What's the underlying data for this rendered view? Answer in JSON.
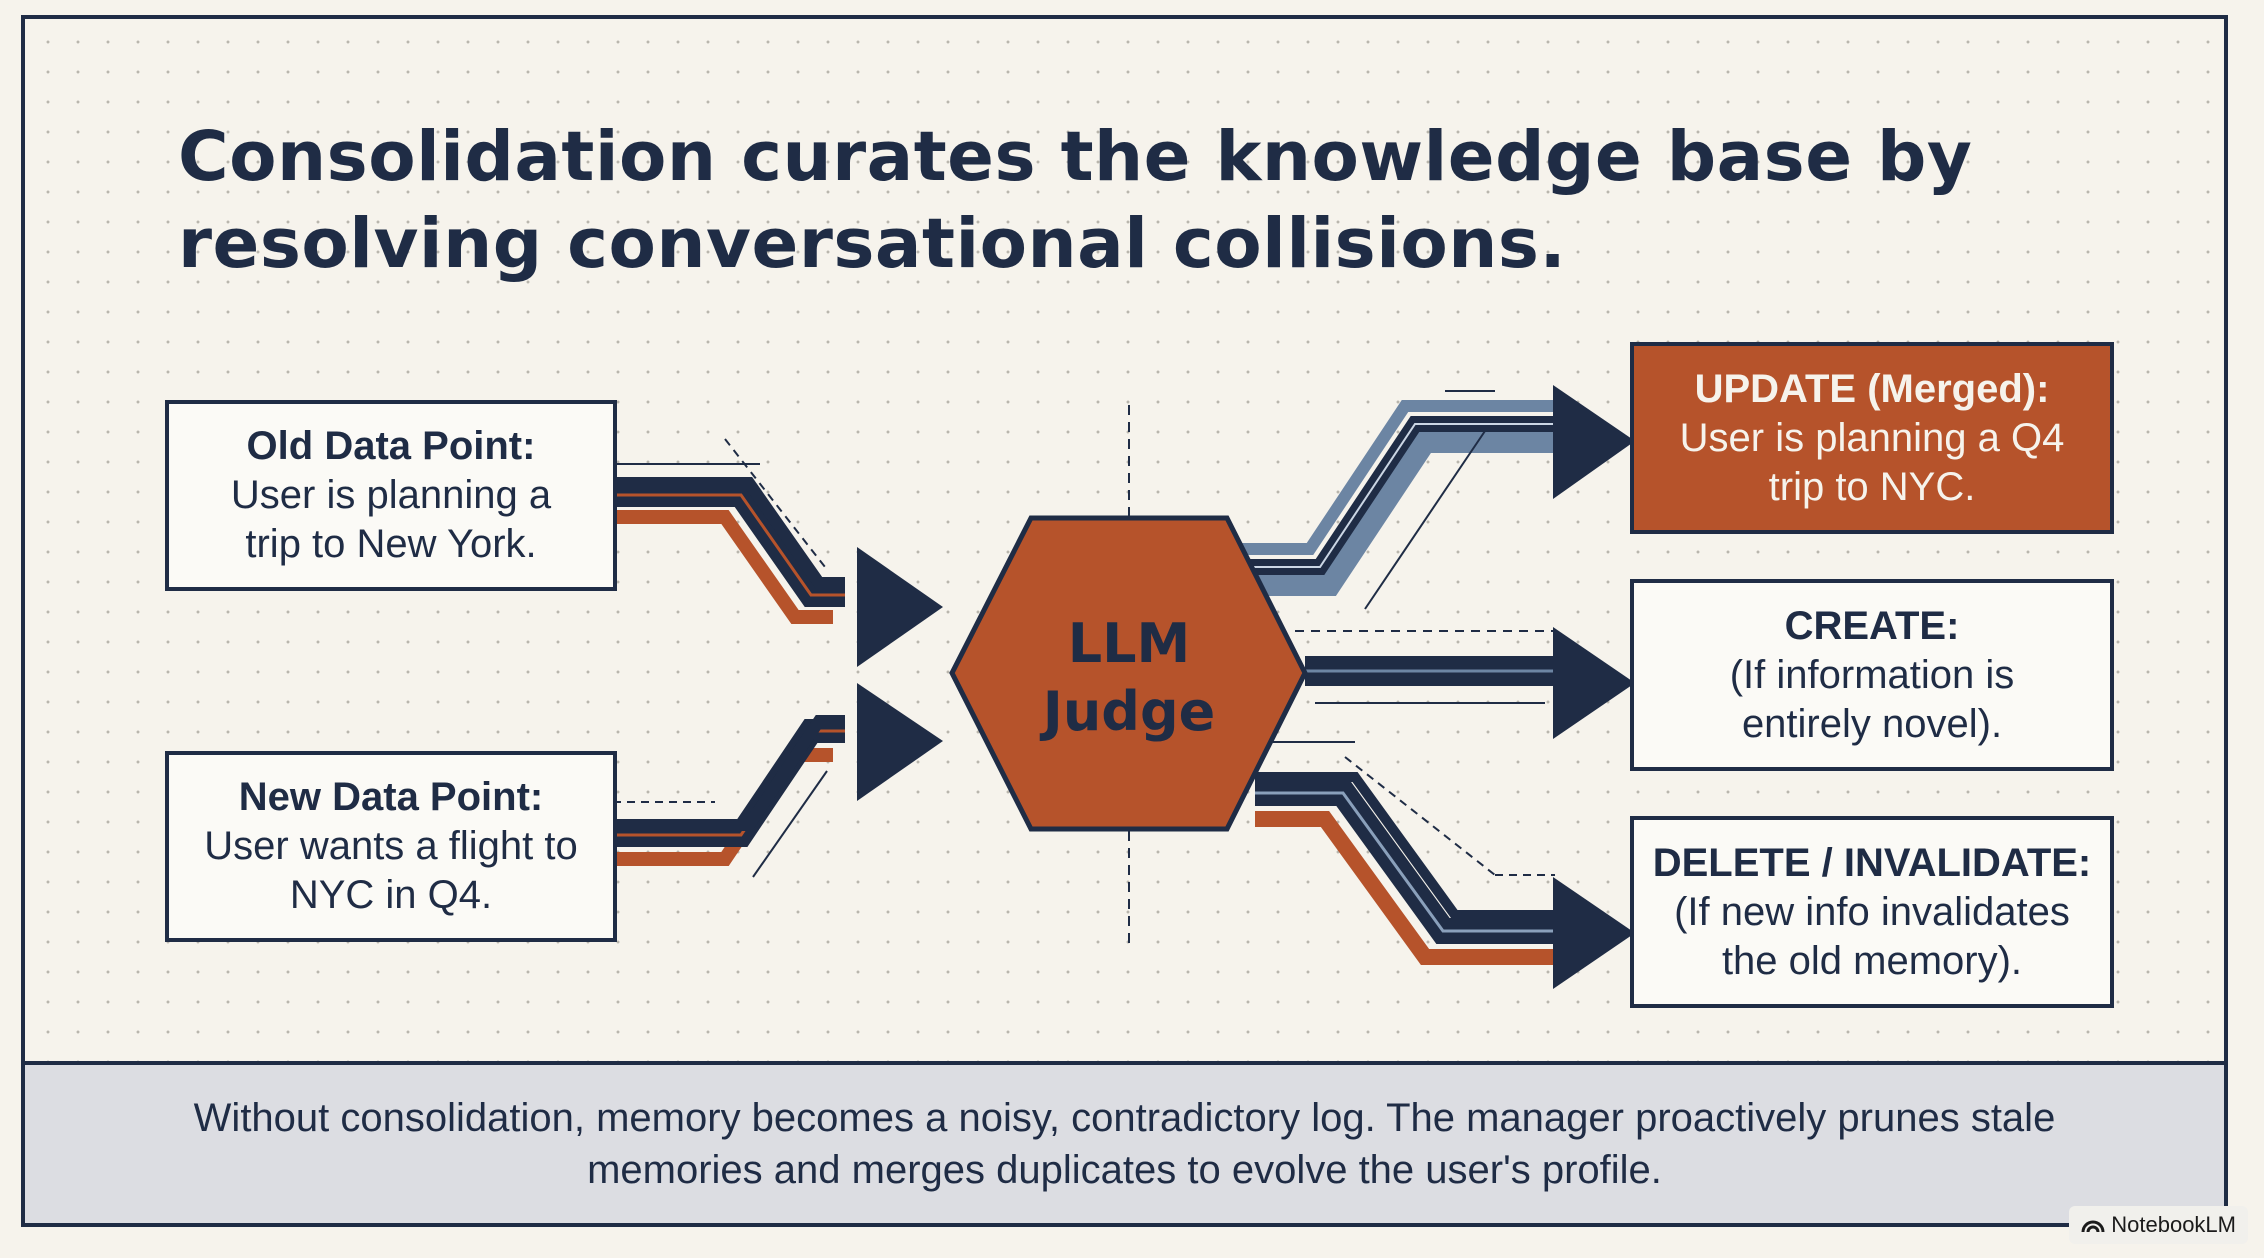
{
  "title": "Consolidation curates the knowledge base by resolving conversational collisions.",
  "inputs": [
    {
      "head": "Old Data Point:",
      "body": "User is planning a trip to New York."
    },
    {
      "head": "New Data Point:",
      "body": "User wants a flight to NYC in Q4."
    }
  ],
  "judge": {
    "line1": "LLM",
    "line2": "Judge"
  },
  "outputs": [
    {
      "head": "UPDATE (Merged):",
      "body": "User is planning a Q4 trip to NYC."
    },
    {
      "head": "CREATE:",
      "body": "(If information is entirely novel)."
    },
    {
      "head": "DELETE / INVALIDATE:",
      "body": "(If new info invalidates the old memory)."
    }
  ],
  "footer": "Without consolidation, memory becomes a noisy, contradictory log. The manager proactively prunes stale memories and merges duplicates to evolve the user's profile.",
  "watermark": "NotebookLM",
  "colors": {
    "navy": "#1f2c45",
    "orange": "#b6532b",
    "slate": "#6c85a3",
    "background": "#f6f3ec",
    "footer_bg": "#dcdde2"
  },
  "icons": {
    "watermark": "notebooklm-logo-icon"
  }
}
